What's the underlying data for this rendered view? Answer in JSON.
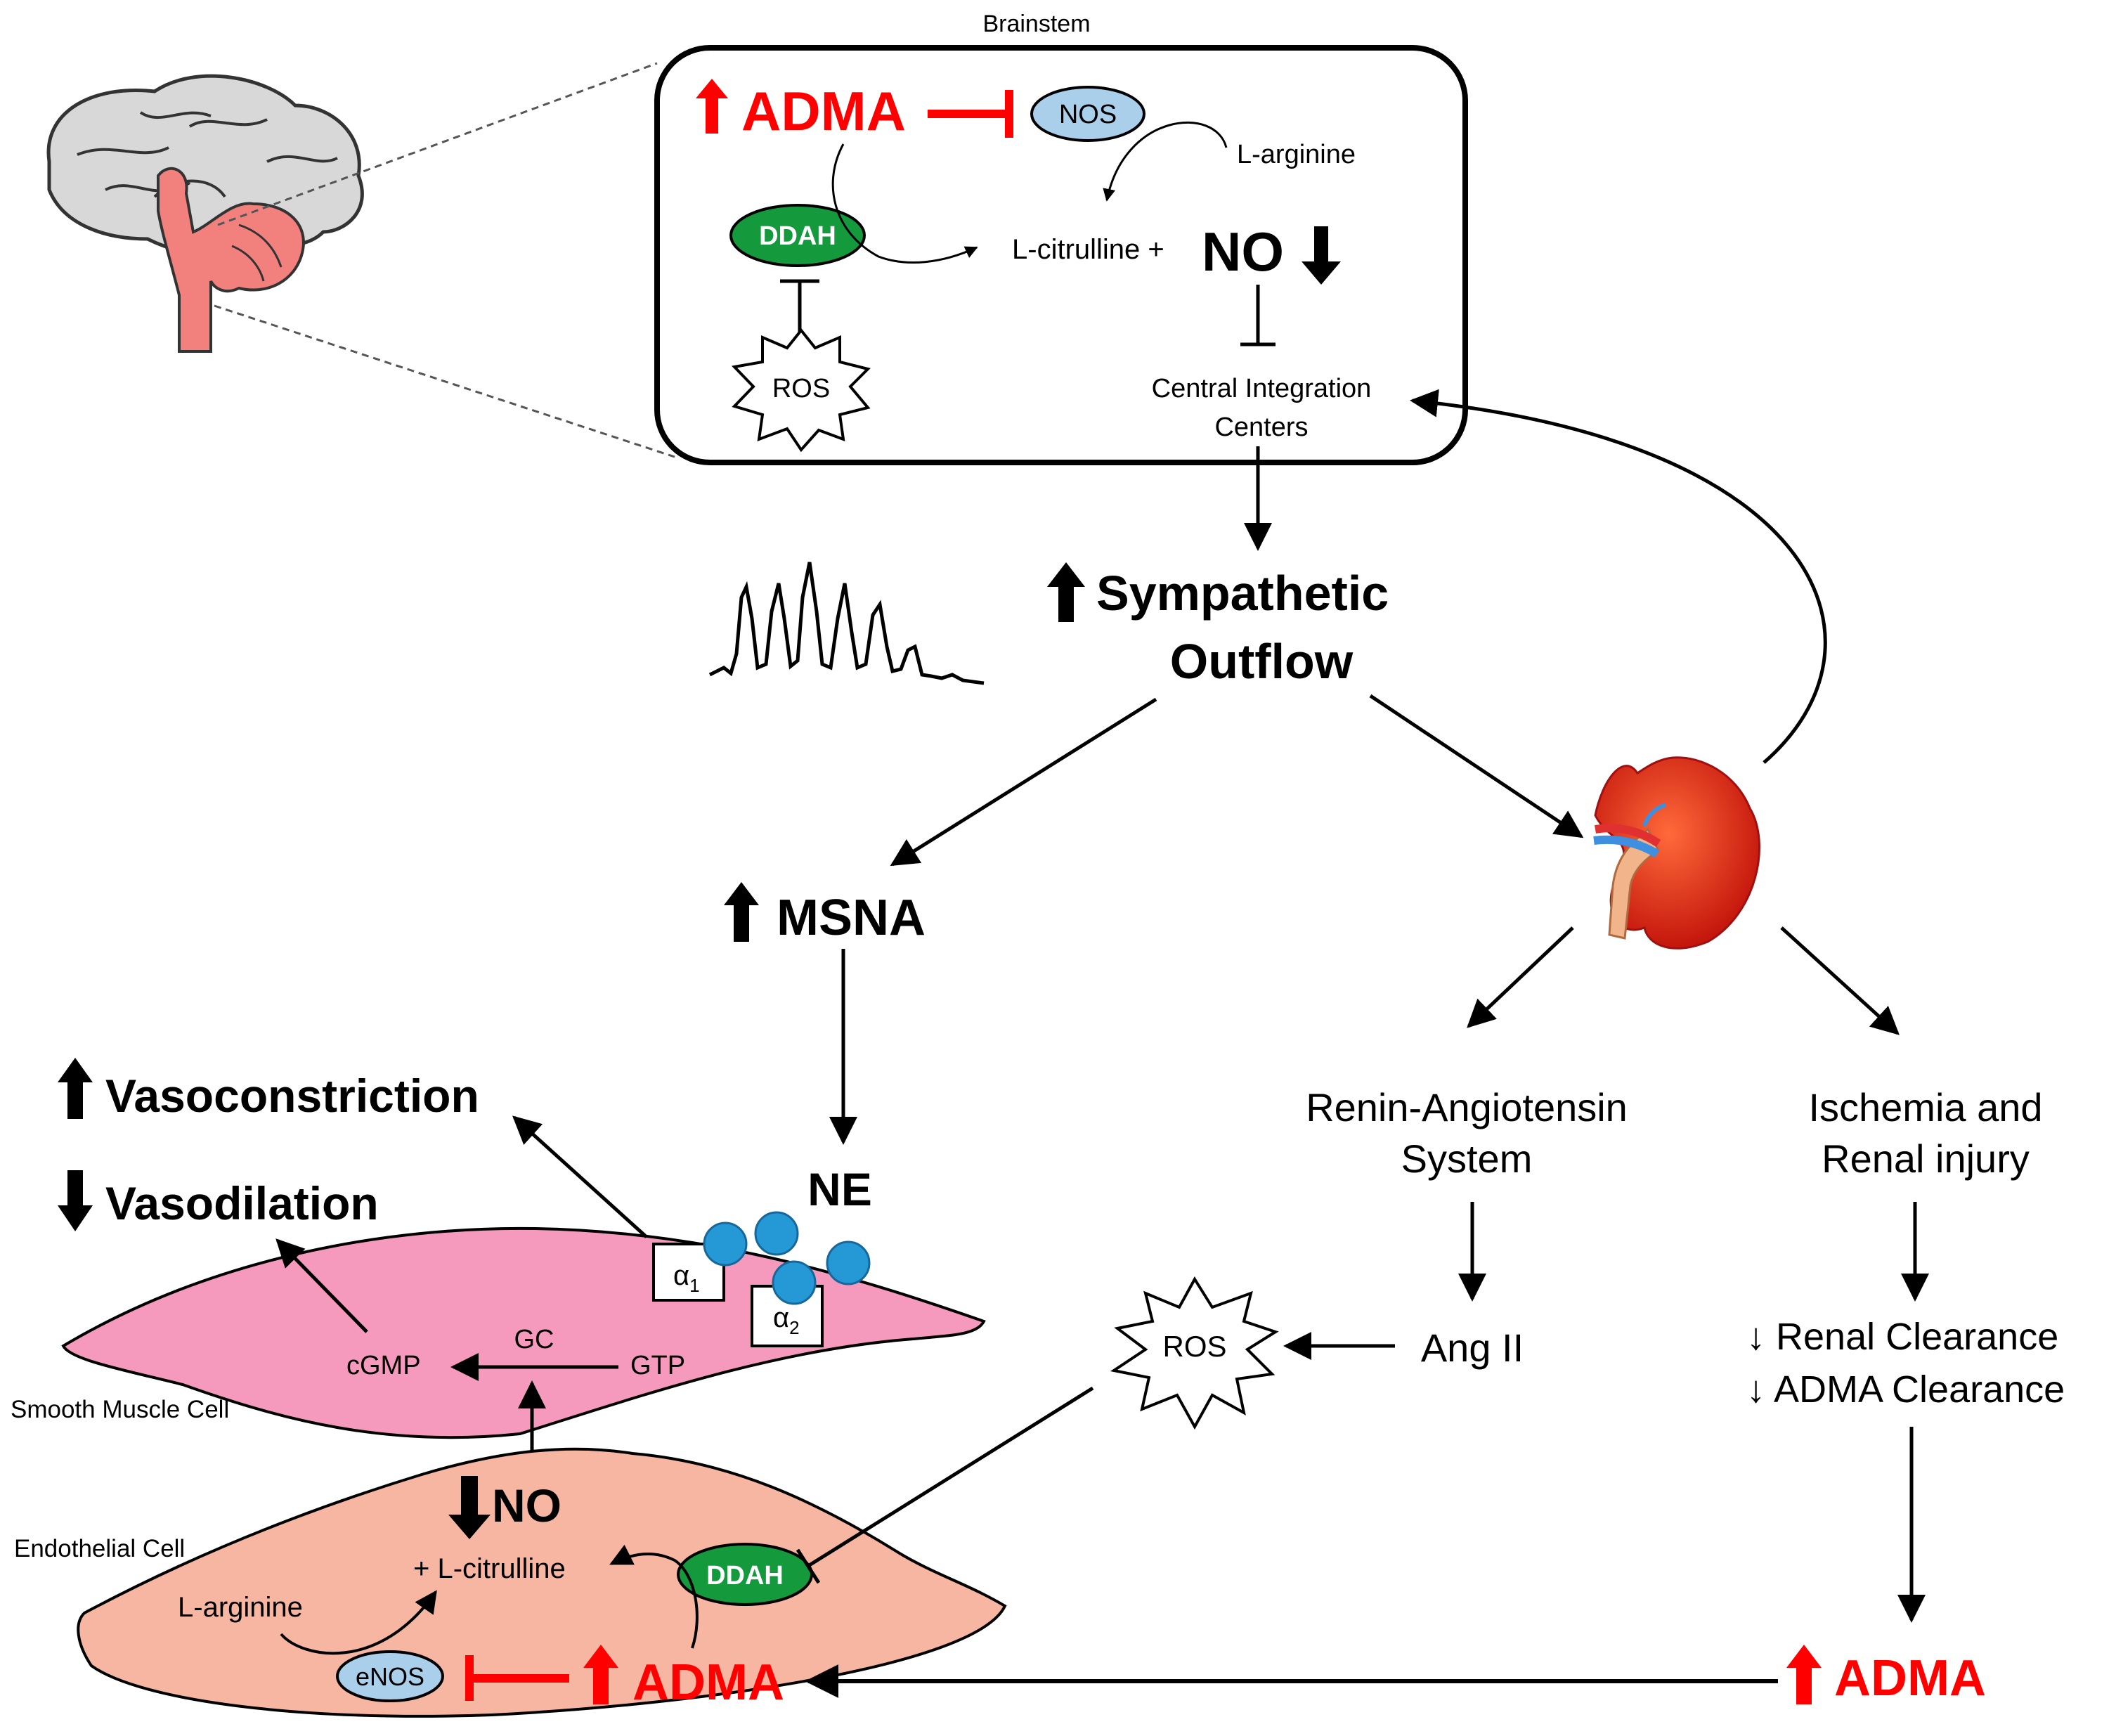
{
  "brainstem": {
    "title": "Brainstem",
    "adma": "ADMA",
    "nos": "NOS",
    "l_arginine": "L-arginine",
    "ddah": "DDAH",
    "l_citrulline": "L-citrulline +",
    "no": "NO",
    "ros": "ROS",
    "central_line1": "Central Integration",
    "central_line2": "Centers"
  },
  "sympathetic": {
    "line1": "Sympathetic",
    "line2": "Outflow"
  },
  "msna": "MSNA",
  "ne": "NE",
  "vasoconstriction": "Vasoconstriction",
  "vasodilation": "Vasodilation",
  "smooth_muscle": {
    "label": "Smooth Muscle Cell",
    "alpha1": "α",
    "alpha1_sub": "1",
    "alpha2": "α",
    "alpha2_sub": "2",
    "cgmp": "cGMP",
    "gc": "GC",
    "gtp": "GTP"
  },
  "endothelial": {
    "label": "Endothelial Cell",
    "no": "NO",
    "l_citrulline": "+ L-citrulline",
    "l_arginine": "L-arginine",
    "ddah": "DDAH",
    "enos": "eNOS",
    "adma": "ADMA"
  },
  "ras": {
    "line1": "Renin-Angiotensin",
    "line2": "System"
  },
  "ischemia": {
    "line1": "Ischemia and",
    "line2": "Renal injury"
  },
  "ang2": "Ang II",
  "ros_mid": "ROS",
  "clearance": {
    "line1": "↓ Renal Clearance",
    "line2": "↓ ADMA Clearance"
  },
  "adma_right": "ADMA",
  "colors": {
    "red": "#ff0000",
    "nos_blue": "#a9cfea",
    "ddah_green": "#149a3c",
    "smooth_pink": "#f59abd",
    "endo_salmon": "#f7b6a1",
    "brain_gray": "#d8d8d8",
    "brainstem_pink": "#f2807d",
    "ne_blue": "#2598d6",
    "kidney_red": "#e0321a"
  },
  "icons": [
    "brain-icon",
    "kidney-icon",
    "msna-trace-icon",
    "up-arrow-icon",
    "down-arrow-icon",
    "ros-starburst-icon"
  ]
}
